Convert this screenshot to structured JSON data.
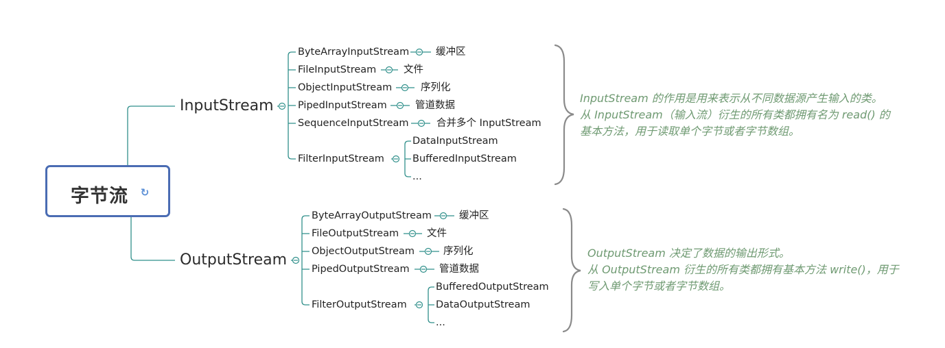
{
  "root": {
    "title": "字节流",
    "icon": "refresh-icon"
  },
  "input": {
    "title": "InputStream",
    "children": [
      {
        "label": "ByteArrayInputStream",
        "note": "缓冲区"
      },
      {
        "label": "FileInputStream",
        "note": "文件"
      },
      {
        "label": "ObjectInputStream",
        "note": "序列化"
      },
      {
        "label": "PipedInputStream",
        "note": "管道数据"
      },
      {
        "label": "SequenceInputStream",
        "note": "合并多个 InputStream"
      },
      {
        "label": "FilterInputStream",
        "subs": [
          "DataInputStream",
          "BufferedInputStream",
          "..."
        ]
      }
    ],
    "description": [
      "InputStream 的作用是用来表示从不同数据源产生输入的类。",
      "从 InputStream（输入流）衍生的所有类都拥有名为 read() 的",
      "基本方法，用于读取单个字节或者字节数组。"
    ]
  },
  "output": {
    "title": "OutputStream",
    "children": [
      {
        "label": "ByteArrayOutputStream",
        "note": "缓冲区"
      },
      {
        "label": "FileOutputStream",
        "note": "文件"
      },
      {
        "label": "ObjectOutputStream",
        "note": "序列化"
      },
      {
        "label": "PipedOutputStream",
        "note": "管道数据"
      },
      {
        "label": "FilterOutputStream",
        "subs": [
          "BufferedOutputStream",
          "DataOutputStream",
          "..."
        ]
      }
    ],
    "description": [
      "OutputStream 决定了数据的输出形式。",
      "从 OutputStream 衍生的所有类都拥有基本方法 write()，用于",
      "写入单个字节或者字节数组。"
    ]
  },
  "colors": {
    "line": "#2f8f8a",
    "root_border": "#4a6cb3",
    "note_text": "#6f9a72",
    "brace": "#8a8a8a"
  }
}
